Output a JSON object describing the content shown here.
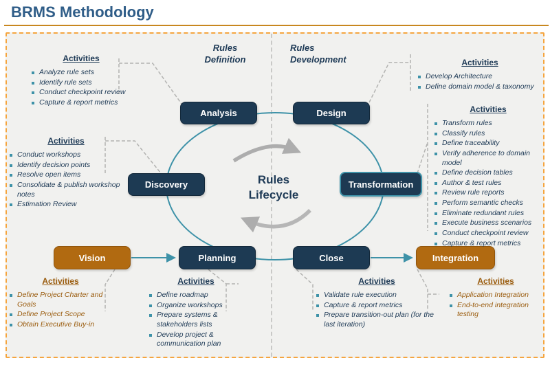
{
  "title": "BRMS Methodology",
  "columns": {
    "left": "Rules\nDefinition",
    "right": "Rules\nDevelopment"
  },
  "center_label": "Rules\nLifecycle",
  "phases": {
    "analysis": "Analysis",
    "design": "Design",
    "discovery": "Discovery",
    "transformation": "Transformation",
    "vision": "Vision",
    "planning": "Planning",
    "close": "Close",
    "integration": "Integration"
  },
  "activities_header": "Activities",
  "activities": {
    "analysis": [
      "Analyze rule sets",
      "Identify rule sets",
      "Conduct checkpoint review",
      "Capture & report metrics"
    ],
    "discovery": [
      "Conduct workshops",
      "Identify decision points",
      "Resolve open items",
      "Consolidate & publish workshop notes",
      "Estimation Review"
    ],
    "design": [
      "Develop Architecture",
      "Define domain model & taxonomy"
    ],
    "transformation": [
      "Transform rules",
      "Classify rules",
      "Define traceability",
      "Verify adherence to domain model",
      "Define decision tables",
      "Author & test rules",
      "Review rule reports",
      "Perform semantic checks",
      "Eliminate redundant rules",
      "Execute business scenarios",
      "Conduct checkpoint review",
      "Capture & report metrics"
    ],
    "vision": [
      "Define Project Charter and Goals",
      "Define Project Scope",
      "Obtain Executive Buy-in"
    ],
    "planning": [
      "Define roadmap",
      "Organize workshops",
      "Prepare systems & stakeholders lists",
      "Develop project & communication plan"
    ],
    "close": [
      "Validate rule execution",
      "Capture & report metrics",
      "Prepare transition-out plan (for the last iteration)"
    ],
    "integration": [
      "Application Integration",
      "End-to-end integration testing"
    ]
  },
  "colors": {
    "navy_box": "#1d3a53",
    "orange_box": "#b16a11",
    "teal_line": "#3e92a8",
    "panel_border_orange": "#f5a53f",
    "title_blue": "#2f5d88",
    "title_rule_orange": "#c8871f",
    "connector_gray": "#b3b3b1",
    "cycle_arrow_gray": "#adadad",
    "navy_text": "#1e3a56",
    "brown_text": "#9a5c0e"
  }
}
